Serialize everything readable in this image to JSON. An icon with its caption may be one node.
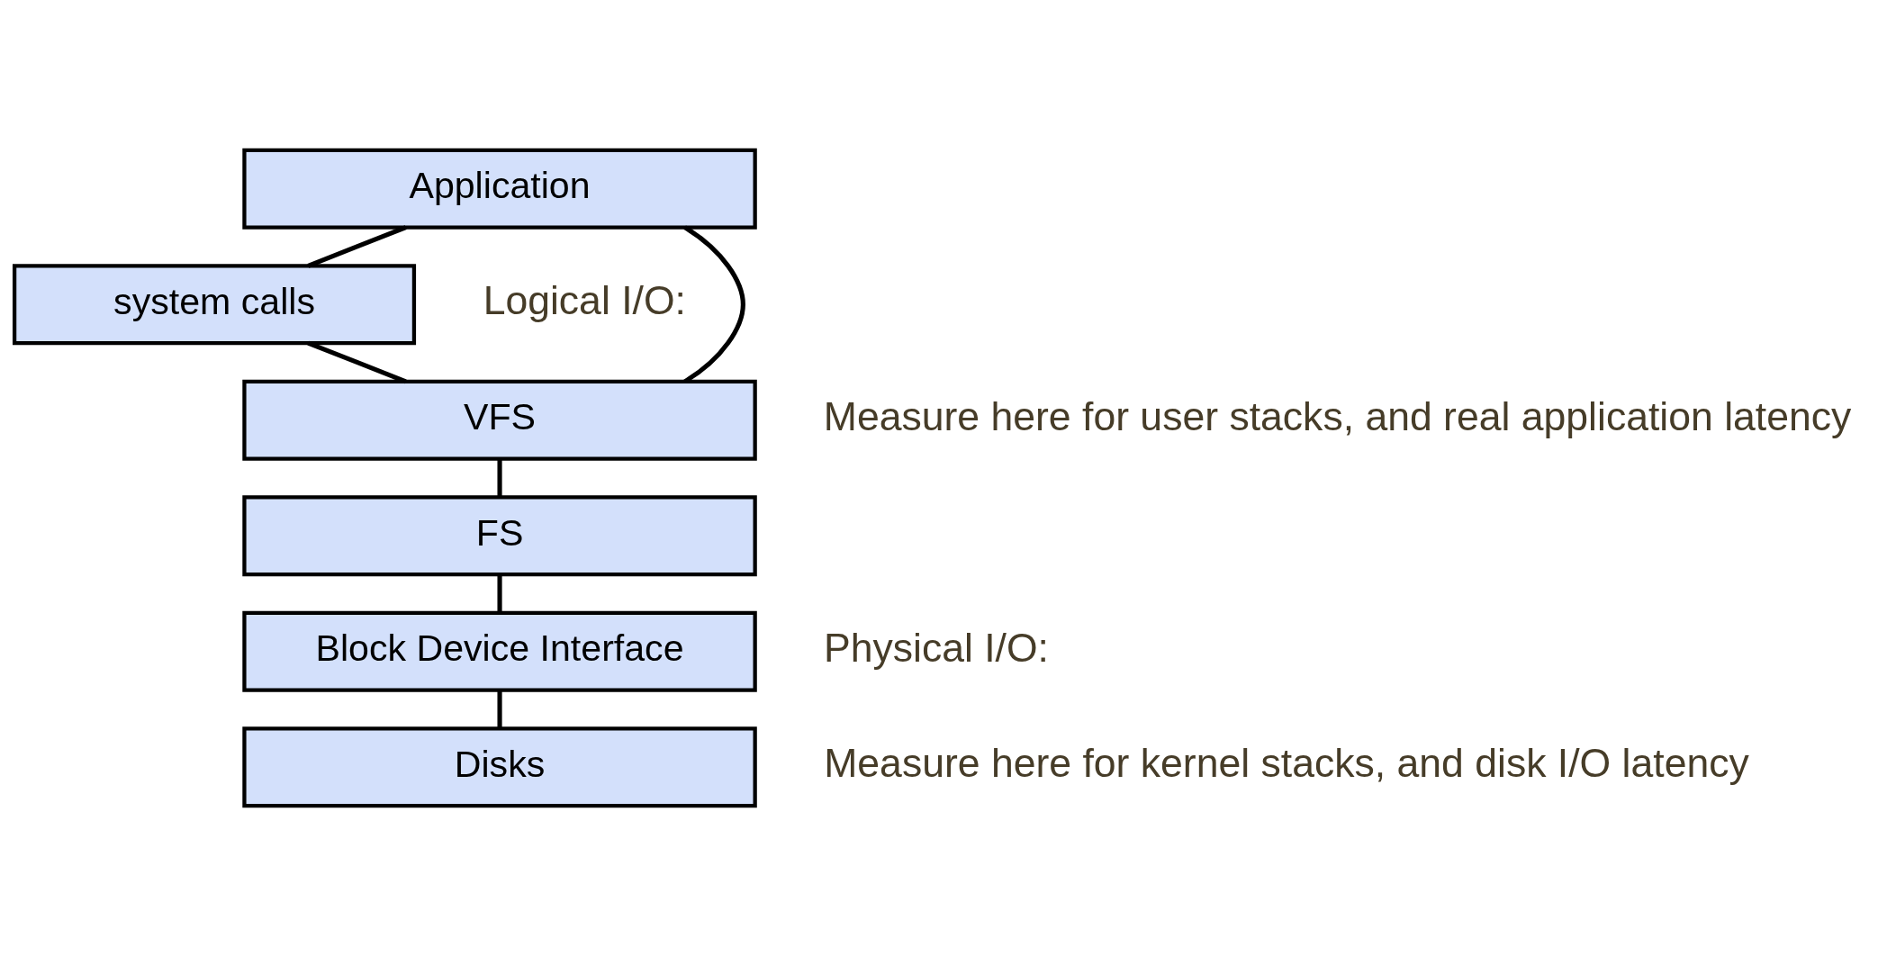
{
  "diagram": {
    "nodes": [
      {
        "text": [
          "Application"
        ]
      },
      {
        "text": [
          "system calls"
        ]
      },
      {
        "text": [
          "VFS"
        ]
      },
      {
        "text": [
          "FS"
        ]
      },
      {
        "text": [
          "Block Device Interface"
        ]
      },
      {
        "text": [
          "Disks"
        ]
      }
    ],
    "edges": [
      {
        "from": 0,
        "to": 1,
        "arrow": "none"
      },
      {
        "from": 1,
        "to": 2,
        "arrow": "none"
      },
      {
        "from": 0,
        "to": 2,
        "arrow": "none"
      },
      {
        "from": 2,
        "to": 3,
        "arrow": "none"
      },
      {
        "from": 3,
        "to": 4,
        "arrow": "none"
      },
      {
        "from": 4,
        "to": 5,
        "arrow": "none"
      }
    ],
    "labels": [
      "Logical I/O:",
      "Measure here for user stacks, and real application latency",
      "Physical I/O:",
      "Measure here for kernel stacks, and disk I/O latency"
    ]
  }
}
